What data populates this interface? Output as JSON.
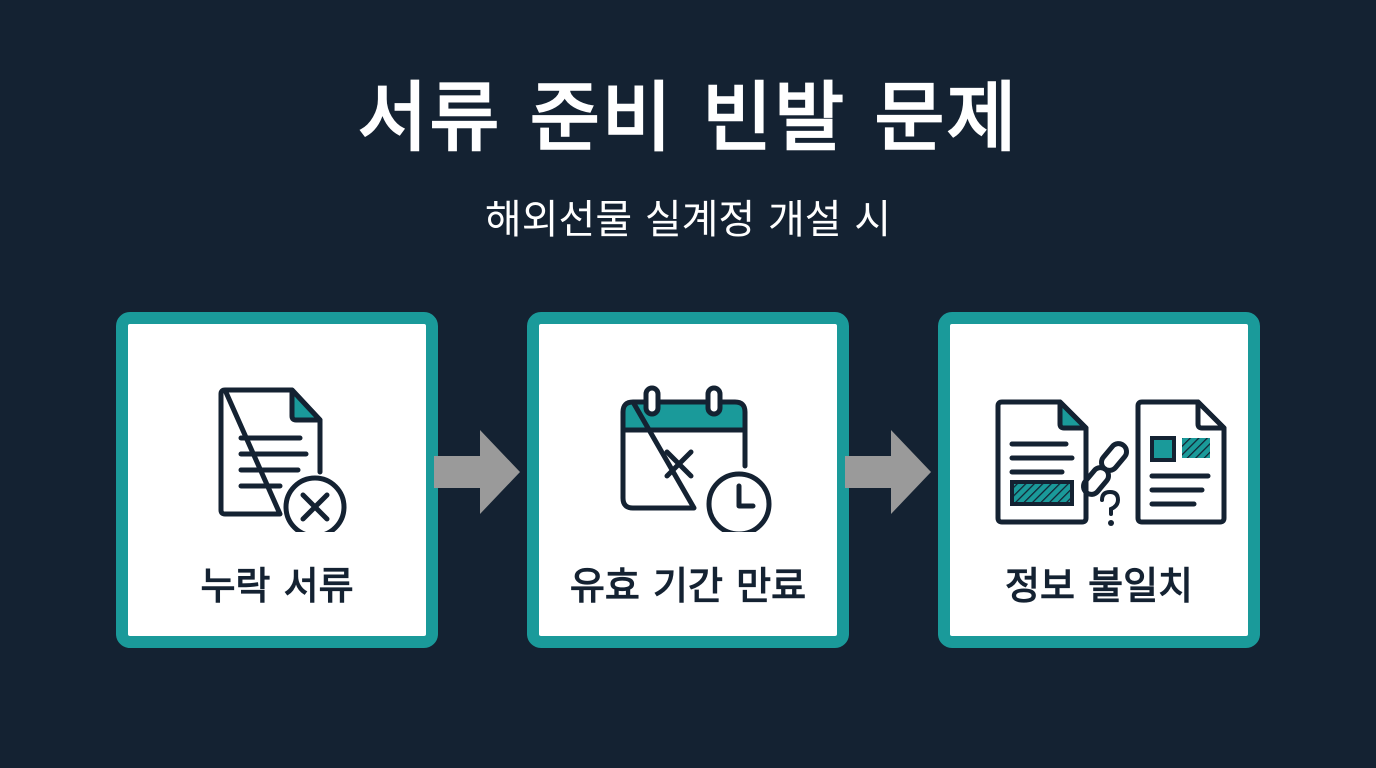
{
  "title": "서류 준비 빈발 문제",
  "subtitle": "해외선물 실계정 개설 시",
  "steps": [
    {
      "label": "누락 서류",
      "icon": "document-x-icon"
    },
    {
      "label": "유효 기간 만료",
      "icon": "calendar-expired-icon"
    },
    {
      "label": "정보 불일치",
      "icon": "document-mismatch-icon"
    }
  ],
  "colors": {
    "background": "#142232",
    "accent": "#1a9a9a",
    "card": "#ffffff",
    "ink": "#142232",
    "arrow": "#9a9a9a"
  }
}
